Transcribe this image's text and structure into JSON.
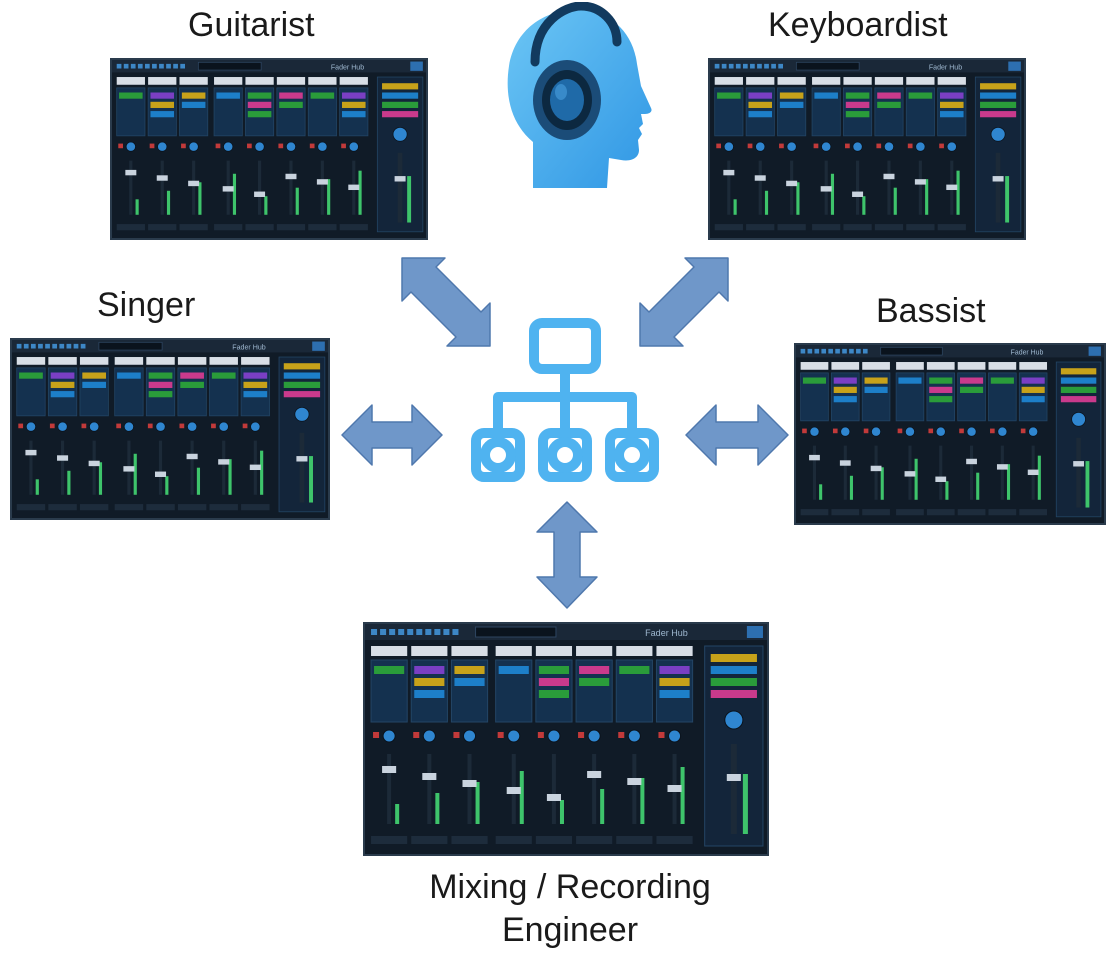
{
  "roles": {
    "guitarist": "Guitarist",
    "keyboardist": "Keyboardist",
    "singer": "Singer",
    "bassist": "Bassist",
    "engineer_line1": "Mixing / Recording",
    "engineer_line2": "Engineer"
  },
  "mixer_title": "Fader Hub",
  "icons": {
    "center": "network-hierarchy-icon",
    "listener": "head-with-headphones-icon",
    "connector": "double-headed-arrow-icon"
  },
  "colors": {
    "arrow_fill": "#6f97c9",
    "arrow_stroke": "#4f78ad",
    "hub_blue": "#4fb3f0",
    "head_blue": "#3ea7ec",
    "mixer_bg": "#0f1a26"
  }
}
